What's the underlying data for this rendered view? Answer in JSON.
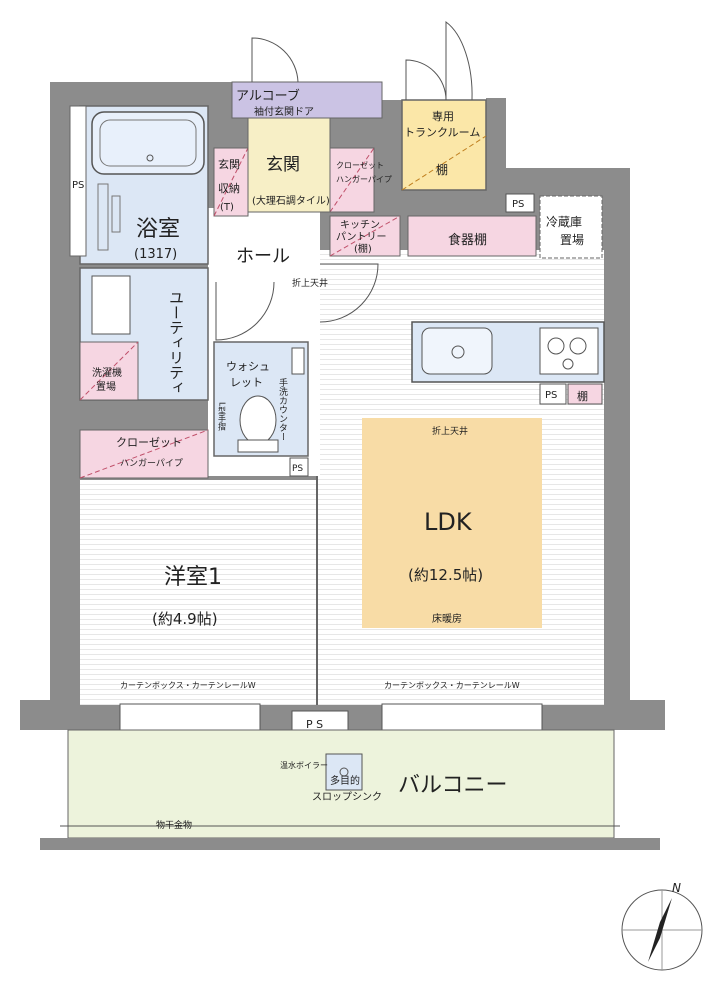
{
  "rooms": {
    "alcove": "アルコーブ",
    "door": "袖付玄関ドア",
    "trunk1": "専用",
    "trunk2": "トランクルーム",
    "shelf": "棚",
    "genkan": "玄関",
    "tile": "(大理石調タイル)",
    "storage1": "玄関",
    "storage2": "収納",
    "storage3": "(T)",
    "hanger1": "クローゼット",
    "hanger2": "ハンガーパイプ",
    "bath": "浴室",
    "bath_size": "(1317)",
    "ps": "PS",
    "hall": "ホール",
    "fold1": "折上天井",
    "kitchen1": "キッチン",
    "kitchen2": "パントリー",
    "kitchen3": "(棚)",
    "cupboard": "食器棚",
    "fridge1": "冷蔵庫",
    "fridge2": "置場",
    "utility": "ユーティリティ",
    "washer1": "洗濯機",
    "washer2": "置場",
    "toilet1": "ウォシュ",
    "toilet2": "レット",
    "handrail": "L型手摺",
    "counter": "手洗カウンター",
    "closet": "クローゼット",
    "hanger_pipe": "ハンガーパイプ",
    "fold2": "折上天井",
    "ldk": "LDK",
    "ldk_size": "(約12.5帖)",
    "floor_heat": "床暖房",
    "western": "洋室1",
    "western_size": "(約4.9帖)",
    "curtain1": "カーテンボックス・カーテンレールW",
    "curtain2": "カーテンボックス・カーテンレールW",
    "ps_bottom": "P S",
    "boiler": "温水ボイラー",
    "sink1": "多目的",
    "sink2": "スロップシンク",
    "balcony": "バルコニー",
    "laundry": "物干金物",
    "north": "N"
  },
  "colors": {
    "wall": "#8c8c8c",
    "bath": "#dce7f5",
    "pink": "#f6d6e2",
    "yellow": "#fbe7a8",
    "balcony": "#edf3dc",
    "ldk_heat": "#f8dca6",
    "lavender": "#cbc3e4"
  }
}
